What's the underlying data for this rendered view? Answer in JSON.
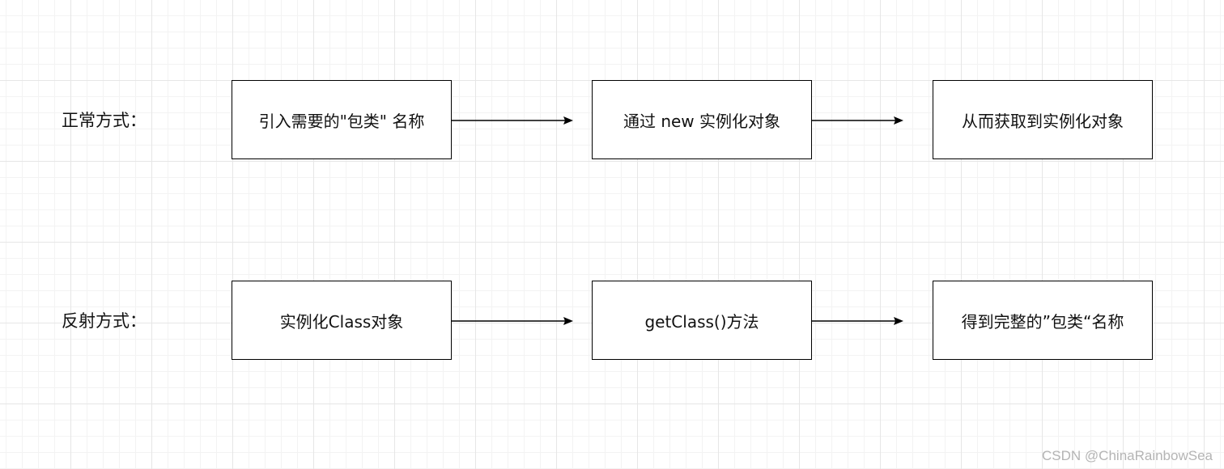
{
  "rows": [
    {
      "label": "正常方式：",
      "steps": [
        "引入需要的\"包类\" 名称",
        "通过 new 实例化对象",
        "从而获取到实例化对象"
      ]
    },
    {
      "label": "反射方式：",
      "steps": [
        "实例化Class对象",
        "getClass()方法",
        "得到完整的”包类“名称"
      ]
    }
  ],
  "watermark": "CSDN @ChinaRainbowSea",
  "colors": {
    "stroke": "#000000",
    "grid": "#e6e6e6",
    "background": "#ffffff",
    "watermark": "#b4b4b4"
  }
}
